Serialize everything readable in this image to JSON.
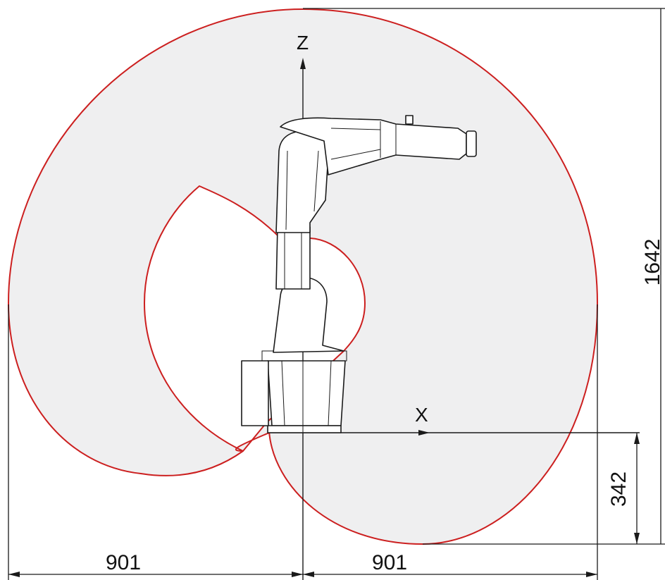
{
  "axes": {
    "z_label": "Z",
    "x_label": "X"
  },
  "dimensions": {
    "reach_left": "901",
    "reach_right": "901",
    "reach_height": "1642",
    "reach_below_base": "342"
  },
  "colors": {
    "envelope_stroke": "#cc1f1f",
    "envelope_fill": "#efeff0",
    "lines": "#1a1a1a"
  }
}
